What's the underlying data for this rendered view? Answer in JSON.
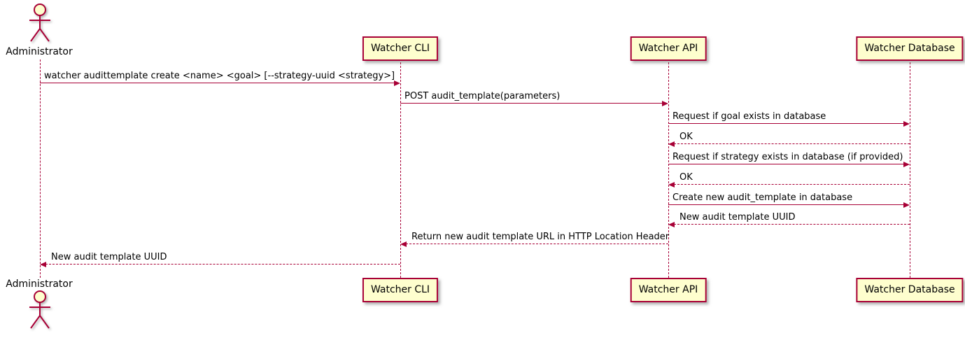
{
  "diagram": {
    "type": "sequence",
    "colors": {
      "accent": "#A80036",
      "participant_fill": "#FEFECE",
      "text": "#000000"
    },
    "actor": {
      "name": "Administrator"
    },
    "participants": [
      {
        "label": "Watcher CLI"
      },
      {
        "label": "Watcher API"
      },
      {
        "label": "Watcher Database"
      }
    ],
    "messages": [
      {
        "from": "Administrator",
        "to": "Watcher CLI",
        "style": "solid",
        "label": "watcher audittemplate create <name> <goal> [--strategy-uuid <strategy>]"
      },
      {
        "from": "Watcher CLI",
        "to": "Watcher API",
        "style": "solid",
        "label": "POST audit_template(parameters)"
      },
      {
        "from": "Watcher API",
        "to": "Watcher Database",
        "style": "solid",
        "label": "Request if goal exists in database"
      },
      {
        "from": "Watcher Database",
        "to": "Watcher API",
        "style": "dashed",
        "label": "OK"
      },
      {
        "from": "Watcher API",
        "to": "Watcher Database",
        "style": "solid",
        "label": "Request if strategy exists in database (if provided)"
      },
      {
        "from": "Watcher Database",
        "to": "Watcher API",
        "style": "dashed",
        "label": "OK"
      },
      {
        "from": "Watcher API",
        "to": "Watcher Database",
        "style": "solid",
        "label": "Create new audit_template in database"
      },
      {
        "from": "Watcher Database",
        "to": "Watcher API",
        "style": "dashed",
        "label": "New audit template UUID"
      },
      {
        "from": "Watcher API",
        "to": "Watcher CLI",
        "style": "dashed",
        "label": "Return new audit template URL in HTTP Location Header"
      },
      {
        "from": "Watcher CLI",
        "to": "Administrator",
        "style": "dashed",
        "label": "New audit template UUID"
      }
    ]
  }
}
